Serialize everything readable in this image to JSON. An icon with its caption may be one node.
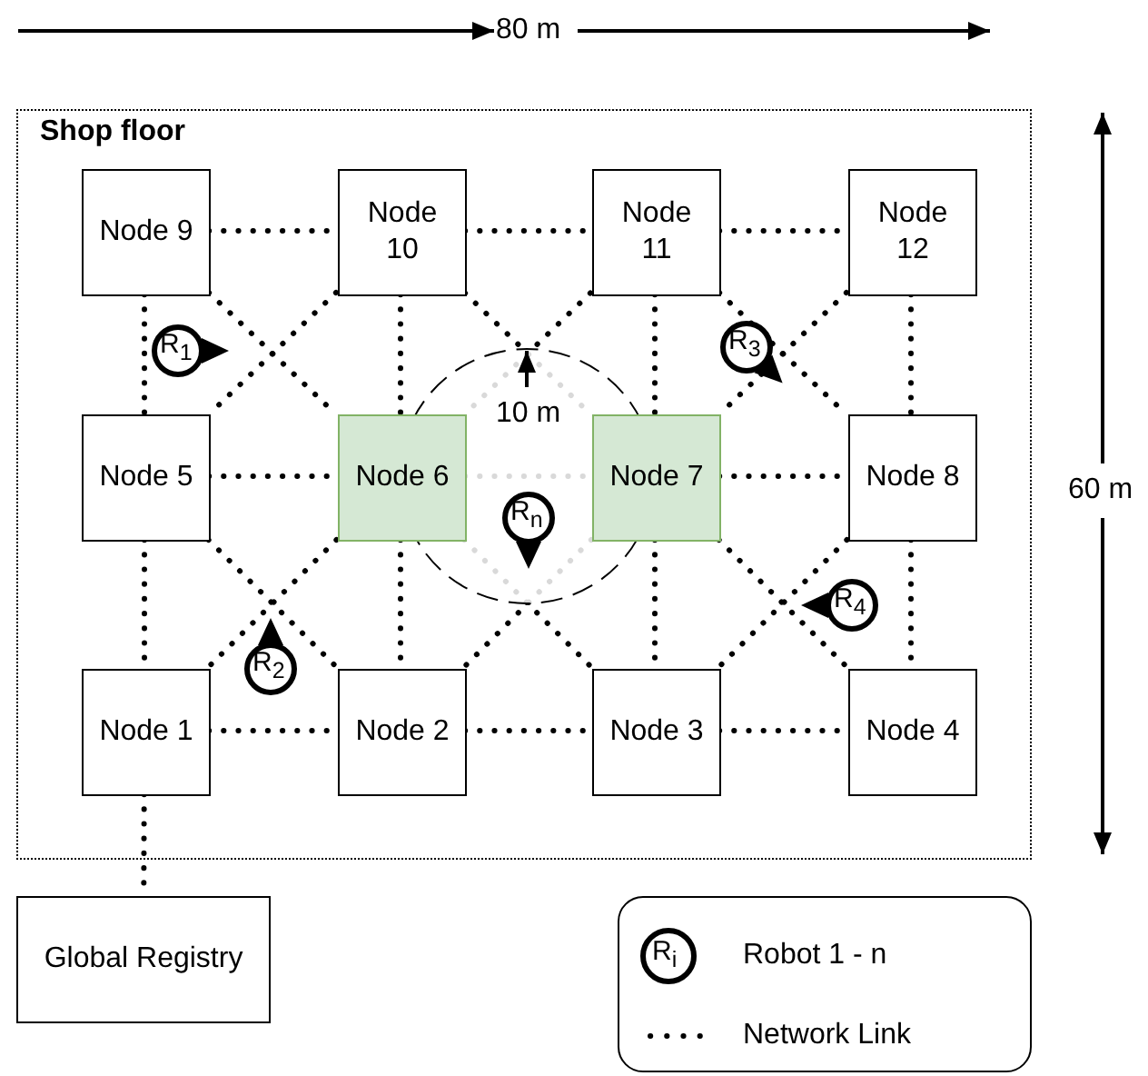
{
  "diagram": {
    "nodes": [
      {
        "text": [
          "Shop floor"
        ]
      },
      {
        "text": [
          "Node 9"
        ],
        "in": 0
      },
      {
        "text": [
          "Node 10"
        ],
        "in": 0
      },
      {
        "text": [
          "Node 11"
        ],
        "in": 0
      },
      {
        "text": [
          "Node 12"
        ],
        "in": 0
      },
      {
        "text": [
          "Node 5"
        ],
        "in": 0
      },
      {
        "text": [
          "Node 6"
        ],
        "in": 0
      },
      {
        "text": [
          "Node 7"
        ],
        "in": 0
      },
      {
        "text": [
          "Node 8"
        ],
        "in": 0
      },
      {
        "text": [
          "Node 1"
        ],
        "in": 0
      },
      {
        "text": [
          "Node 2"
        ],
        "in": 0
      },
      {
        "text": [
          "Node 3"
        ],
        "in": 0
      },
      {
        "text": [
          "Node 4"
        ],
        "in": 0
      },
      {
        "text": [
          "Global Registry"
        ]
      },
      {
        "text": [
          "R$_{1}$"
        ],
        "in": 0
      },
      {
        "text": [
          "R$_{3}$"
        ],
        "in": 0
      },
      {
        "text": [
          "R$_{n}$"
        ],
        "in": 0
      },
      {
        "text": [
          "R$_{4}$"
        ],
        "in": 0
      },
      {
        "text": [
          "R$_{2}$"
        ],
        "in": 0
      }
    ],
    "edges": [
      {
        "from": 1,
        "to": 2,
        "arrow": "none"
      },
      {
        "from": 2,
        "to": 3,
        "arrow": "none"
      },
      {
        "from": 3,
        "to": 4,
        "arrow": "none"
      },
      {
        "from": 5,
        "to": 6,
        "arrow": "none"
      },
      {
        "from": 6,
        "to": 7,
        "arrow": "none"
      },
      {
        "from": 7,
        "to": 8,
        "arrow": "none"
      },
      {
        "from": 9,
        "to": 10,
        "arrow": "none"
      },
      {
        "from": 10,
        "to": 11,
        "arrow": "none"
      },
      {
        "from": 11,
        "to": 12,
        "arrow": "none"
      },
      {
        "from": 1,
        "to": 5,
        "arrow": "none"
      },
      {
        "from": 2,
        "to": 6,
        "arrow": "none"
      },
      {
        "from": 3,
        "to": 7,
        "arrow": "none"
      },
      {
        "from": 4,
        "to": 8,
        "arrow": "none"
      },
      {
        "from": 5,
        "to": 9,
        "arrow": "none"
      },
      {
        "from": 6,
        "to": 10,
        "arrow": "none"
      },
      {
        "from": 7,
        "to": 11,
        "arrow": "none"
      },
      {
        "from": 8,
        "to": 12,
        "arrow": "none"
      },
      {
        "from": 9,
        "to": 13,
        "arrow": "none"
      },
      {
        "from": 1,
        "to": 6,
        "arrow": "none"
      },
      {
        "from": 2,
        "to": 5,
        "arrow": "none"
      },
      {
        "from": 2,
        "to": 7,
        "arrow": "none"
      },
      {
        "from": 3,
        "to": 6,
        "arrow": "none"
      },
      {
        "from": 3,
        "to": 8,
        "arrow": "none"
      },
      {
        "from": 4,
        "to": 7,
        "arrow": "none"
      },
      {
        "from": 5,
        "to": 10,
        "arrow": "none"
      },
      {
        "from": 6,
        "to": 9,
        "arrow": "none"
      },
      {
        "from": 6,
        "to": 11,
        "arrow": "none"
      },
      {
        "from": 7,
        "to": 10,
        "arrow": "none"
      },
      {
        "from": 7,
        "to": 12,
        "arrow": "none"
      },
      {
        "from": 8,
        "to": 11,
        "arrow": "none"
      }
    ],
    "labels": [
      "80 m",
      "60 m",
      "10 m",
      "R$_{i}$"
    ],
    "legend": [
      {
        "text": "Robot 1 - n"
      },
      {
        "text": "Network Link"
      }
    ]
  }
}
